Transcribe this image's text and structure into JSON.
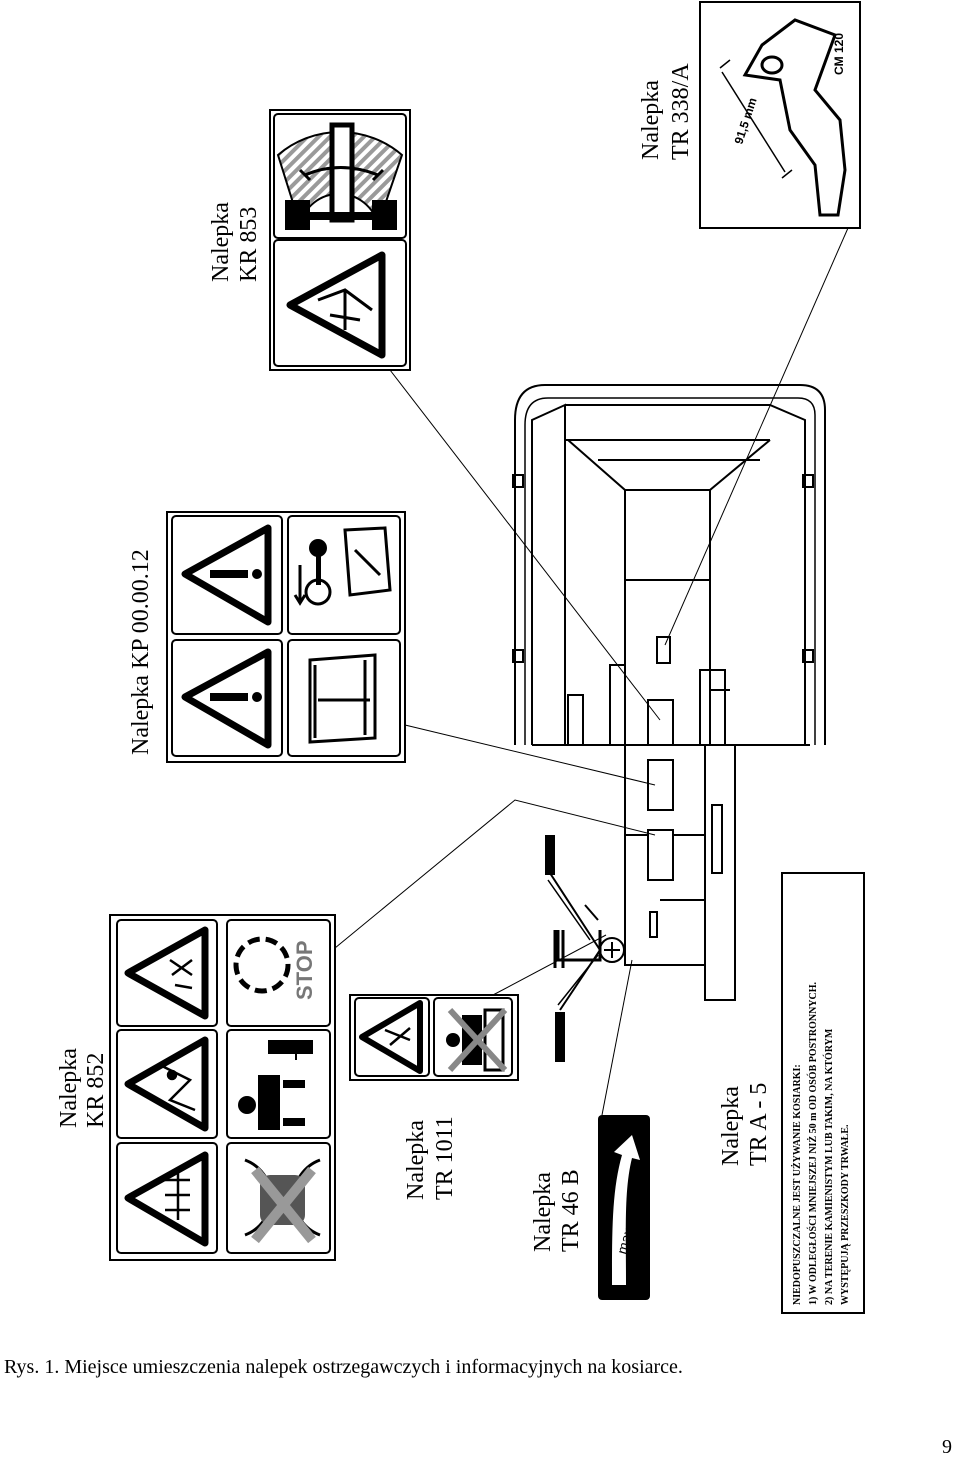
{
  "labels": {
    "kr852": [
      "Nalepka",
      "KR 852"
    ],
    "tr1011": [
      "Nalepka",
      "TR 1011"
    ],
    "tr46b": [
      "Nalepka",
      "TR 46 B"
    ],
    "tra5": [
      "Nalepka",
      "TR A - 5"
    ],
    "kp": "Nalepka  KP 00.00.12",
    "kr853": [
      "Nalepka",
      "KR 853"
    ],
    "tr338": [
      "Nalepka",
      "TR 338/A"
    ]
  },
  "stickers": {
    "stop_text": "STOP",
    "speed_text": "max. 540/min",
    "blade_size": "91,5 mm",
    "blade_model": "CM 120",
    "warning_lines": [
      "NIEDOPUSZCZALNE JEST UŻYWANIE KOSIARKI:",
      "1) W ODLEGŁOŚCI MNIEJSZEJ NIŻ 50 m OD OSÓB POSTRONNYCH.",
      "2) NA TERENIE KAMIENISTYM LUB TAKIM, NA KTÓRYM",
      "WYSTĘPUJĄ PRZESZKODY TRWAŁE."
    ]
  },
  "caption": "Rys. 1. Miejsce umieszczenia nalepek ostrzegawczych i informacyjnych na kosiarce.",
  "page_number": "9"
}
